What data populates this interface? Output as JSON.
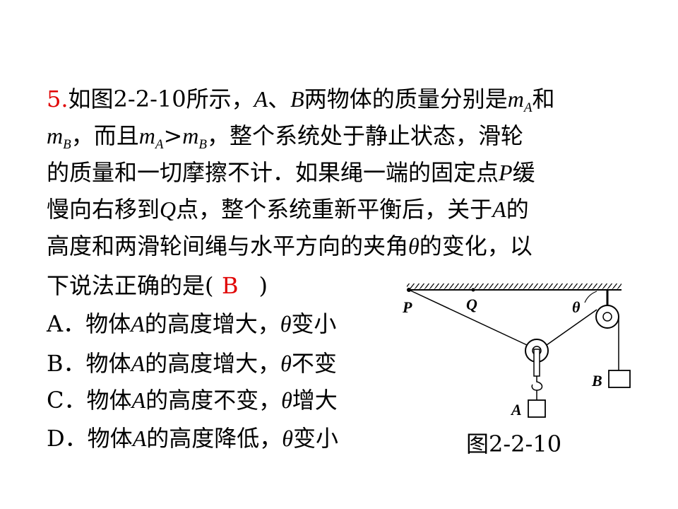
{
  "question": {
    "number": "5.",
    "line1_a": "如图2-2-10所示，",
    "A": "A",
    "sep": "、",
    "B": "B",
    "line1_b": "两物体的质量分别是",
    "m": "m",
    "subA": "A",
    "subB": "B",
    "he": "和",
    "line2_a": "，而且",
    "gt": ">",
    "line2_b": "，整个系统处于静止状态，滑轮",
    "line3": "的质量和一切摩擦不计．如果绳一端的固定点",
    "P": "P",
    "huan": "缓",
    "line4_a": "慢向右移到",
    "Q": "Q",
    "line4_b": "点，整个系统重新平衡后，关于",
    "de": "的",
    "line5_a": "高度和两滑轮间绳与水平方向的夹角",
    "theta": "θ",
    "line5_b": "的变化，以",
    "line6": "下说法正确的是(　　)",
    "answer": "B"
  },
  "options": [
    {
      "letter": "A．",
      "pre": "物体",
      "obj": "A",
      "mid": "的高度增大，",
      "theta": "θ",
      "end": "变小"
    },
    {
      "letter": "B．",
      "pre": "物体",
      "obj": "A",
      "mid": "的高度增大，",
      "theta": "θ",
      "end": "不变"
    },
    {
      "letter": "C．",
      "pre": "物体",
      "obj": "A",
      "mid": "的高度不变，",
      "theta": "θ",
      "end": "增大"
    },
    {
      "letter": "D．",
      "pre": "物体",
      "obj": "A",
      "mid": "的高度降低，",
      "theta": "θ",
      "end": "变小"
    }
  ],
  "figure": {
    "label_P": "P",
    "label_Q": "Q",
    "label_theta": "θ",
    "label_A": "A",
    "label_B": "B",
    "caption": "图2-2-10"
  }
}
